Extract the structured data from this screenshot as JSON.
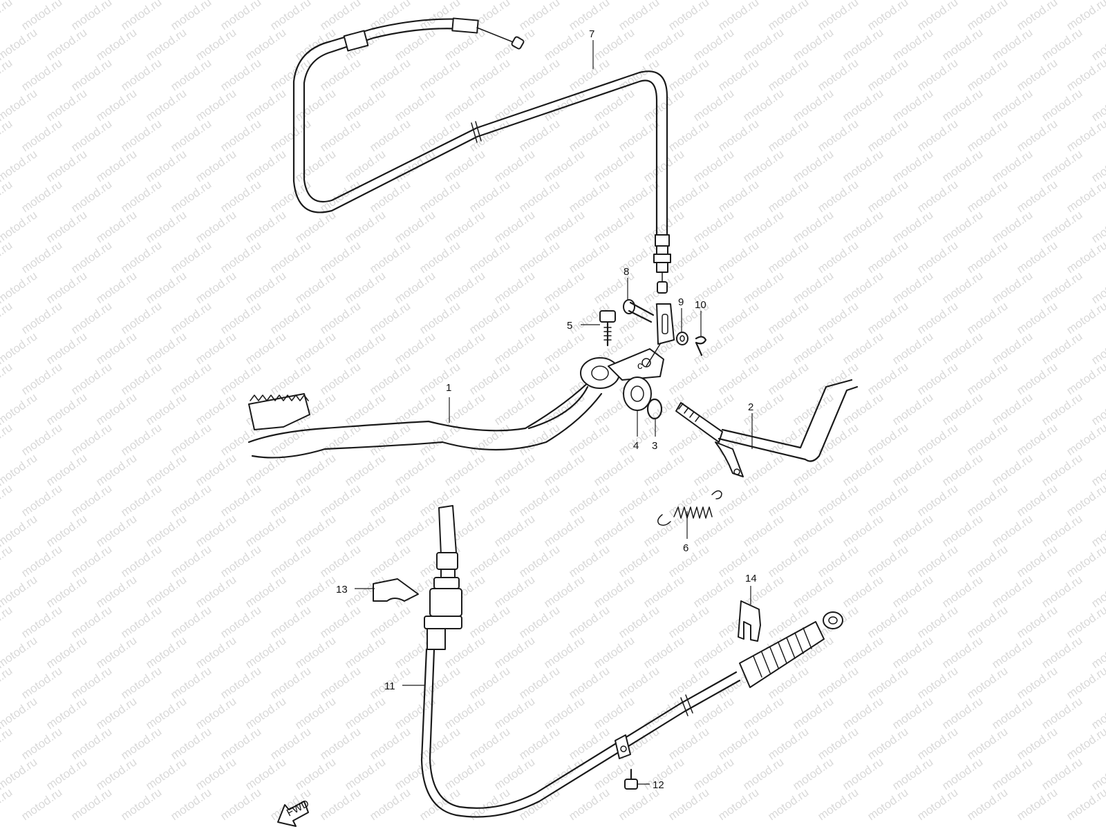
{
  "watermark": "motod.ru",
  "callouts": {
    "c1": "1",
    "c2": "2",
    "c3": "3",
    "c4": "4",
    "c5": "5",
    "c6": "6",
    "c7": "7",
    "c8": "8",
    "c9": "9",
    "c10": "10",
    "c11": "11",
    "c12": "12",
    "c13": "13",
    "c14": "14"
  },
  "fwd_label": "FWD",
  "colors": {
    "line": "#1a1a1a",
    "watermark": "#d9d9d9",
    "background": "#ffffff"
  }
}
